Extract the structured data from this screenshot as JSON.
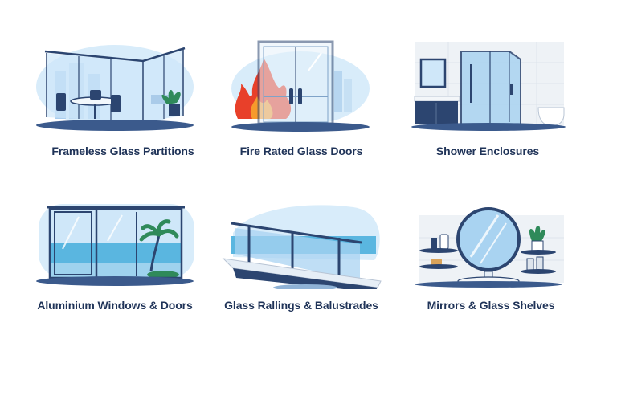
{
  "grid": {
    "items": [
      {
        "label": "Frameless Glass Partitions",
        "icon": "office-glass-partition-icon"
      },
      {
        "label": "Fire Rated Glass Doors",
        "icon": "fire-door-icon"
      },
      {
        "label": "Shower Enclosures",
        "icon": "shower-enclosure-icon"
      },
      {
        "label": "Aluminium Windows & Doors",
        "icon": "aluminium-window-icon"
      },
      {
        "label": "Glass Rallings & Balustrades",
        "icon": "glass-railing-icon"
      },
      {
        "label": "Mirrors & Glass Shelves",
        "icon": "mirror-shelves-icon"
      }
    ]
  },
  "colors": {
    "label_text": "#1f3358",
    "frame_navy": "#2c4570",
    "glass_light": "#d6ebfa",
    "glass_mid": "#a9d3f1",
    "sea": "#5ab6e0",
    "flame_red": "#e8402a",
    "flame_orange": "#f79a2c",
    "plant_green": "#2f8a5a",
    "shadow": "#3b5a8c"
  }
}
